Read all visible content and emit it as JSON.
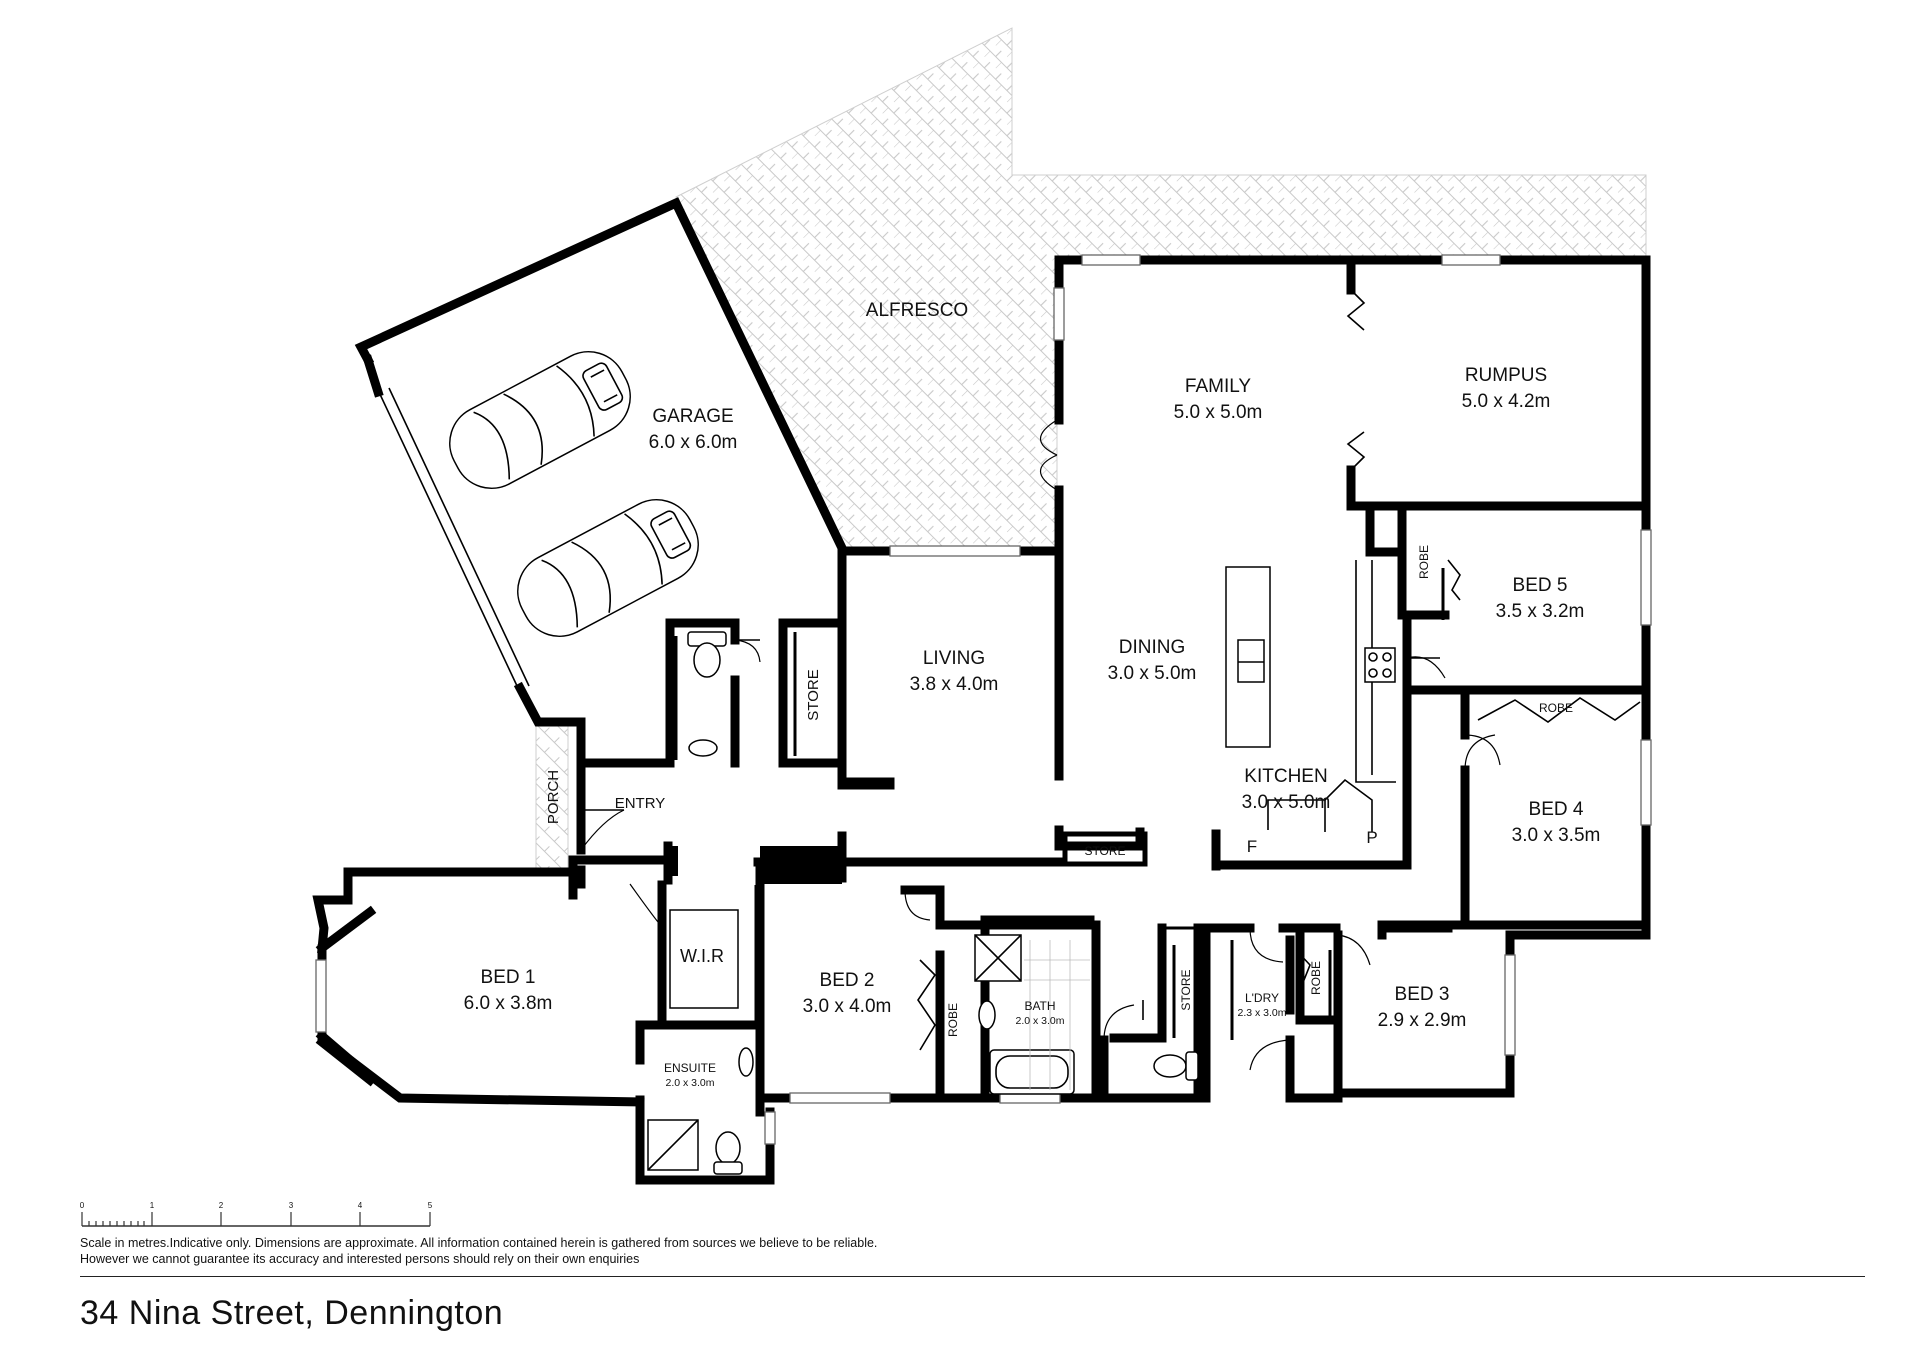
{
  "rooms": {
    "alfresco": {
      "name": "ALFRESCO"
    },
    "garage": {
      "name": "GARAGE",
      "size": "6.0 x 6.0m"
    },
    "family": {
      "name": "FAMILY",
      "size": "5.0 x 5.0m"
    },
    "rumpus": {
      "name": "RUMPUS",
      "size": "5.0 x 4.2m"
    },
    "living": {
      "name": "LIVING",
      "size": "3.8 x 4.0m"
    },
    "dining": {
      "name": "DINING",
      "size": "3.0 x 5.0m"
    },
    "kitchen": {
      "name": "KITCHEN",
      "size": "3.0 x 5.0m"
    },
    "bed5": {
      "name": "BED 5",
      "size": "3.5 x 3.2m"
    },
    "bed4": {
      "name": "BED 4",
      "size": "3.0 x 3.5m"
    },
    "bed1": {
      "name": "BED 1",
      "size": "6.0 x 3.8m"
    },
    "bed2": {
      "name": "BED 2",
      "size": "3.0 x 4.0m"
    },
    "bed3": {
      "name": "BED 3",
      "size": "2.9 x 2.9m"
    },
    "bath": {
      "name": "BATH",
      "size": "2.0 x 3.0m"
    },
    "ensuite": {
      "name": "ENSUITE",
      "size": "2.0 x 3.0m"
    },
    "laundry": {
      "name": "L'DRY",
      "size": "2.3 x 3.0m"
    }
  },
  "labels": {
    "store_hall": "STORE",
    "store_kitchen": "STORE",
    "store_bath": "STORE",
    "porch": "PORCH",
    "entry": "ENTRY",
    "wir": "W.I.R",
    "robe_bed5": "ROBE",
    "robe_bed4": "ROBE",
    "robe_bed2": "ROBE",
    "robe_bed3": "ROBE",
    "fridge": "F",
    "pantry": "P"
  },
  "scale": {
    "ticks": [
      "0",
      "1",
      "2",
      "3",
      "4",
      "5"
    ]
  },
  "footer": {
    "disclaimer": "Scale in metres.Indicative only. Dimensions are approximate. All information contained herein is gathered from sources we believe to be reliable. However we cannot guarantee its accuracy and interested persons should rely on their own enquiries",
    "address": "34 Nina Street, Dennington"
  }
}
